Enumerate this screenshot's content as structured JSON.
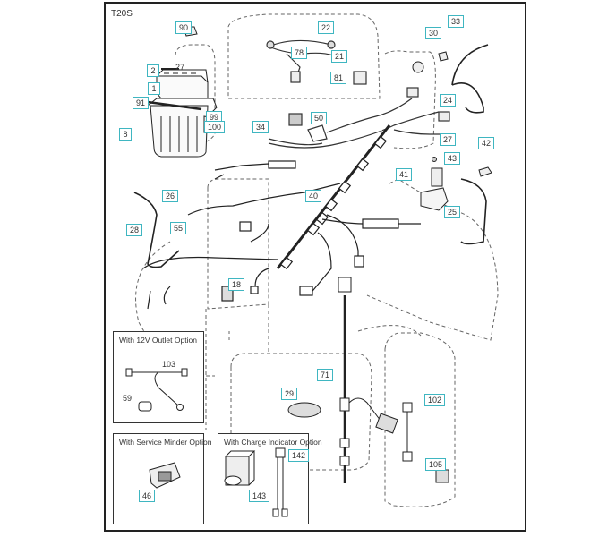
{
  "diagram": {
    "code": "T20S",
    "accent_color": "#3fb6c1",
    "callouts": [
      {
        "id": "c90",
        "label": "90"
      },
      {
        "id": "c2",
        "label": "2"
      },
      {
        "id": "c27a",
        "label": "27"
      },
      {
        "id": "c1",
        "label": "1"
      },
      {
        "id": "c91",
        "label": "91"
      },
      {
        "id": "c99",
        "label": "99"
      },
      {
        "id": "c100",
        "label": "100"
      },
      {
        "id": "c8",
        "label": "8"
      },
      {
        "id": "c22",
        "label": "22"
      },
      {
        "id": "c78",
        "label": "78"
      },
      {
        "id": "c21",
        "label": "21"
      },
      {
        "id": "c81",
        "label": "81"
      },
      {
        "id": "c34",
        "label": "34"
      },
      {
        "id": "c50",
        "label": "50"
      },
      {
        "id": "c30",
        "label": "30"
      },
      {
        "id": "c33",
        "label": "33"
      },
      {
        "id": "c24",
        "label": "24"
      },
      {
        "id": "c27b",
        "label": "27"
      },
      {
        "id": "c42",
        "label": "42"
      },
      {
        "id": "c43",
        "label": "43"
      },
      {
        "id": "c41",
        "label": "41"
      },
      {
        "id": "c25",
        "label": "25"
      },
      {
        "id": "c26",
        "label": "26"
      },
      {
        "id": "c28",
        "label": "28"
      },
      {
        "id": "c55",
        "label": "55"
      },
      {
        "id": "c40",
        "label": "40"
      },
      {
        "id": "c18",
        "label": "18"
      },
      {
        "id": "c71",
        "label": "71"
      },
      {
        "id": "c29",
        "label": "29"
      },
      {
        "id": "c102",
        "label": "102"
      },
      {
        "id": "c105",
        "label": "105"
      }
    ],
    "insets": {
      "outlet": {
        "title": "With 12V Outlet Option",
        "parts": [
          "103",
          "59"
        ]
      },
      "service": {
        "title": "With Service Minder Option",
        "parts": [
          "46"
        ]
      },
      "charge": {
        "title": "With Charge Indicator Option",
        "parts": [
          "142",
          "143"
        ]
      }
    }
  }
}
